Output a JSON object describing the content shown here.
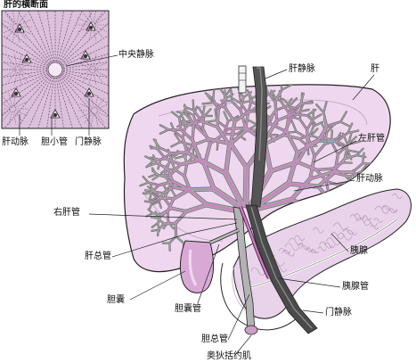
{
  "inset": {
    "title": "肝的横断面"
  },
  "labels": {
    "central_vein": "中央静脉",
    "hepatic_vein": "肝静脉",
    "liver": "肝",
    "left_hepatic_duct": "左肝管",
    "hepatic_artery": "肝动脉",
    "right_hepatic_duct": "右肝管",
    "pancreas": "胰腺",
    "common_hepatic_duct": "肝总管",
    "pancreatic_duct": "胰腺管",
    "gallbladder": "胆囊",
    "cystic_duct": "胆囊管",
    "portal_vein_main": "门静脉",
    "common_bile_duct": "胆总管",
    "sphincter_of_oddi": "奥狄括约肌",
    "inset_hepatic_artery": "肝动脉",
    "inset_bile_ductule": "胆小管",
    "inset_portal_vein": "门静脉"
  },
  "colors": {
    "liver_fill": "#efd8ef",
    "pancreas_fill": "#e9d3ea",
    "gallbladder_fill": "#d9a9d6",
    "duct_gray": "#a8a8a8",
    "vein_dark": "#444444",
    "artery_magenta": "#d977cf",
    "outline": "#222222"
  }
}
